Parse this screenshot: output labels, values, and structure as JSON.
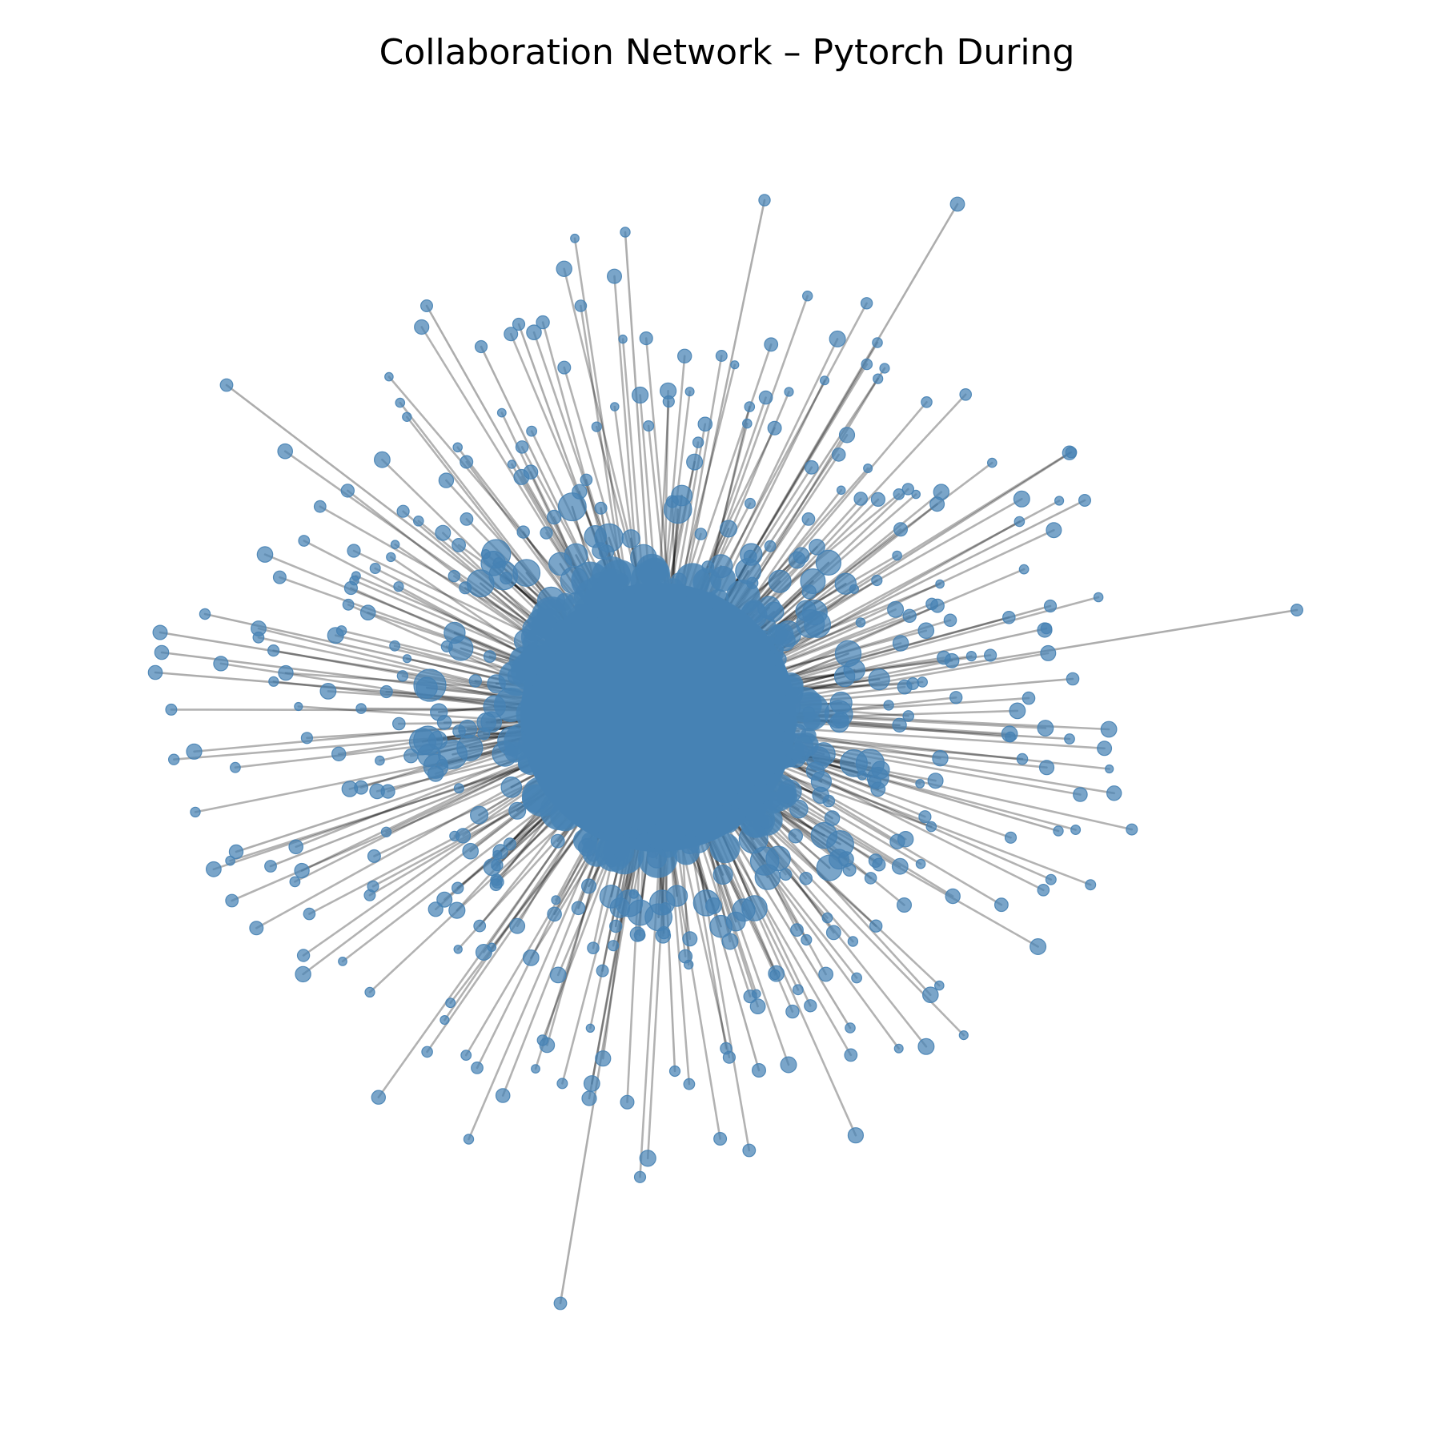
{
  "figure": {
    "title": "Collaboration Network – Pytorch During"
  },
  "graph": {
    "node_color": "#4682b4",
    "edge_color": "#000000",
    "edge_opacity": 0.3,
    "node_opacity": 0.72
  }
}
